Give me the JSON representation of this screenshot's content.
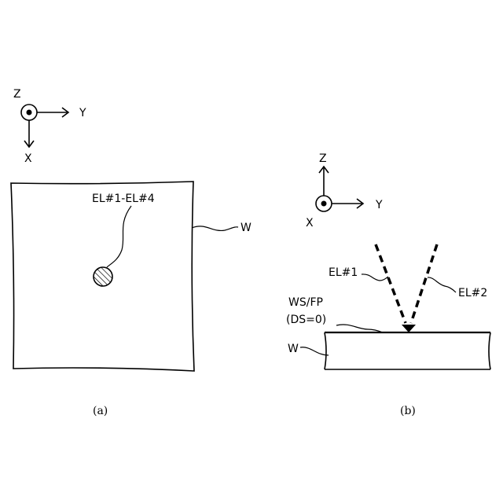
{
  "panel_a": {
    "axes": {
      "z": "Z",
      "y": "Y",
      "x": "X"
    },
    "spot_label": "EL#1-EL#4",
    "wafer_label": "W",
    "caption": "(a)"
  },
  "panel_b": {
    "axes": {
      "z": "Z",
      "y": "Y",
      "x": "X"
    },
    "beam1_label": "EL#1",
    "beam2_label": "EL#2",
    "surface_label_line1": "WS/FP",
    "surface_label_line2": "(DS=0)",
    "wafer_label": "W",
    "caption": "(b)"
  }
}
